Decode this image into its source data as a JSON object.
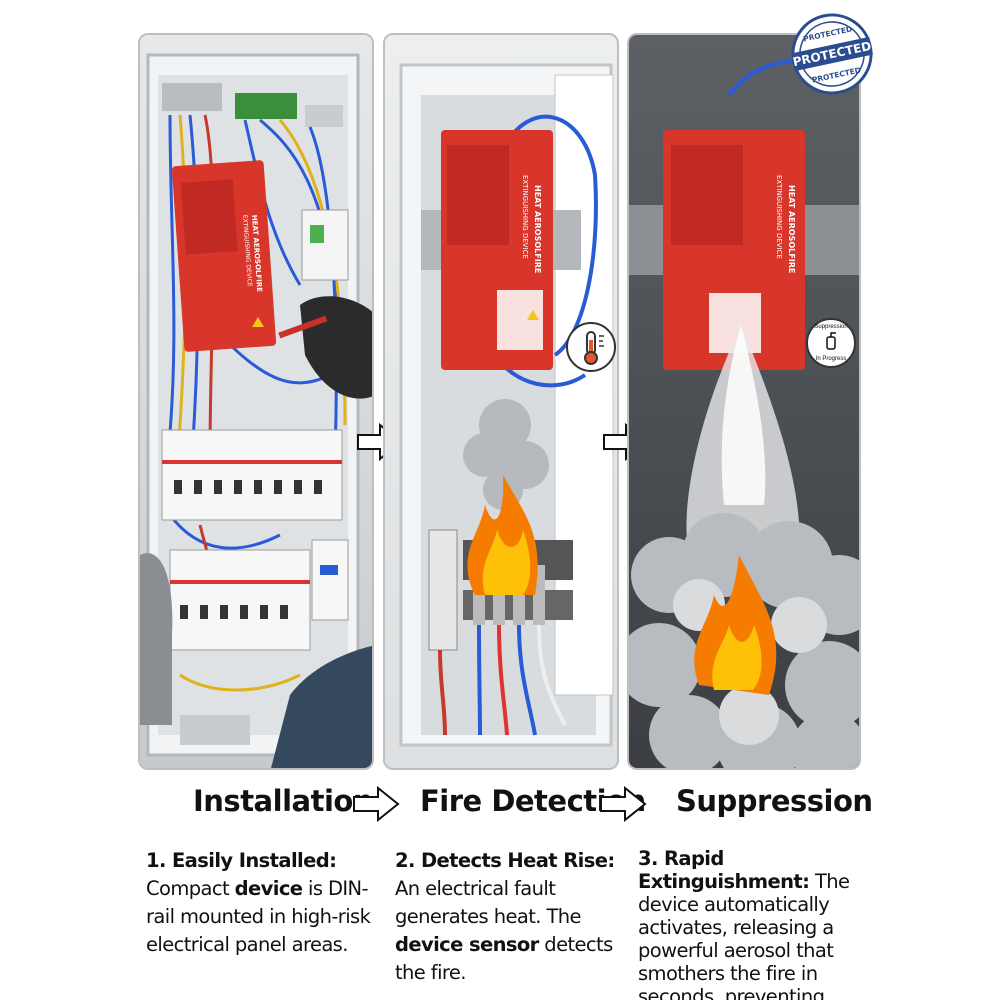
{
  "badge": {
    "text_top": "PROTECTED",
    "text_main": "PROTECTED",
    "text_bottom": "PROTECTED",
    "color": "#2b4d8f"
  },
  "device": {
    "title_line1": "HEAT AEROSOLFIRE",
    "title_line2": "EXTINGUISHING DEVICE",
    "color": "#d8352b"
  },
  "suppression_badge": {
    "line1": "Suppression",
    "line2": "In Progress",
    "icon": "extinguisher-icon"
  },
  "thermometer_icon": "thermometer-icon",
  "steps": [
    {
      "label": "Installation",
      "title": "1. Easily Installed:",
      "text_a": " Compact ",
      "bold_b": "device",
      "text_c": " is DIN-rail mounted in high-risk electrical panel areas."
    },
    {
      "label": "Fire Detection",
      "title": "2. Detects Heat Rise:",
      "text_a": " An electrical fault generates heat. The ",
      "bold_b": "device sensor",
      "text_c": " detects the fire."
    },
    {
      "label": "Suppression",
      "title": "3. Rapid Extinguishment:",
      "text_a": " The device automatically activates, releasing a powerful aerosol that smothers the fire in seconds, preventing spread.",
      "bold_b": "",
      "text_c": ""
    }
  ]
}
